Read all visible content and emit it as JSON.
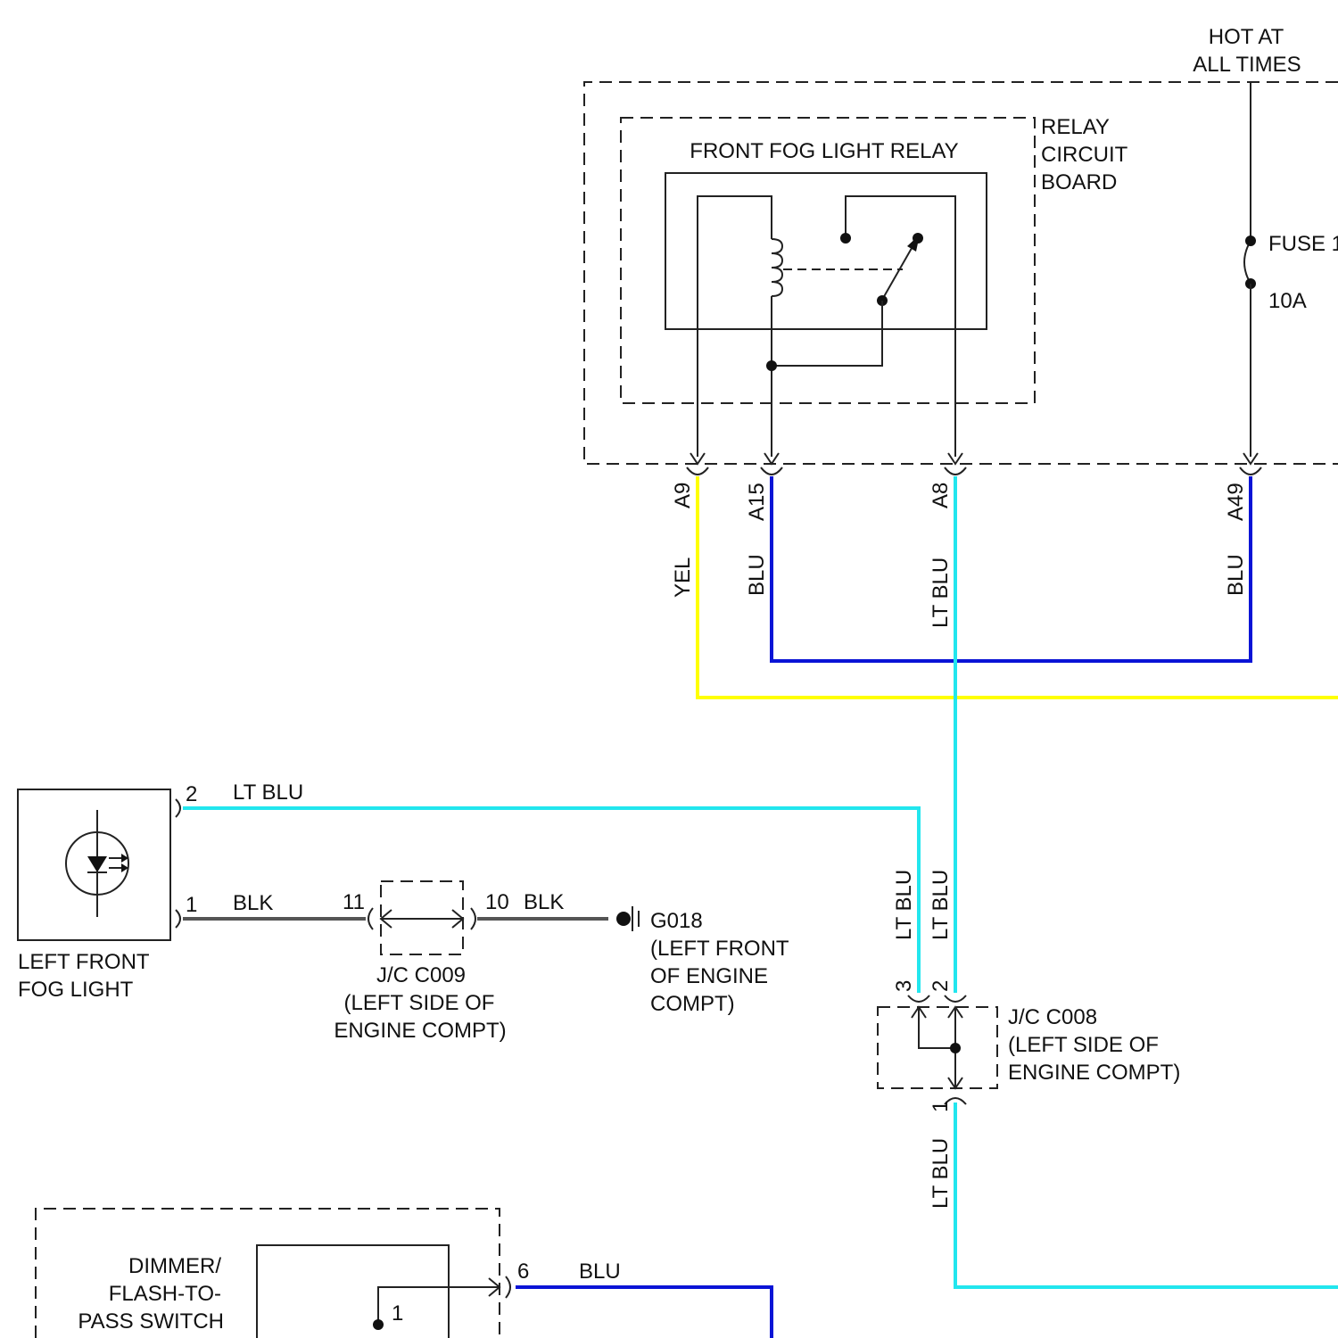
{
  "colors": {
    "yel": "#ffff00",
    "blu": "#0a14d6",
    "lt_blu": "#22e6ee",
    "blk": "#555555"
  },
  "labels": {
    "hot_line1": "HOT AT",
    "hot_line2": "ALL TIMES",
    "relay_board1": "RELAY",
    "relay_board2": "CIRCUIT",
    "relay_board3": "BOARD",
    "relay_title": "FRONT FOG LIGHT RELAY",
    "fuse_name": "FUSE 1",
    "fuse_rating": "10A",
    "fog_light1": "LEFT FRONT",
    "fog_light2": "FOG LIGHT",
    "jc009_1": "J/C C009",
    "jc009_2": "(LEFT SIDE OF",
    "jc009_3": "ENGINE COMPT)",
    "g018_1": "G018",
    "g018_2": "(LEFT FRONT",
    "g018_3": "OF ENGINE",
    "g018_4": "COMPT)",
    "jc008_1": "J/C C008",
    "jc008_2": "(LEFT SIDE OF",
    "jc008_3": "ENGINE COMPT)",
    "dimmer1": "DIMMER/",
    "dimmer2": "FLASH-TO-",
    "dimmer3": "PASS SWITCH"
  },
  "pins": {
    "a9": "A9",
    "a15": "A15",
    "a8": "A8",
    "a49": "A49",
    "fog_2": "2",
    "fog_1": "1",
    "c009_11": "11",
    "c009_10": "10",
    "c008_3": "3",
    "c008_2": "2",
    "c008_1": "1",
    "sw_6": "6",
    "sw_1": "1"
  },
  "wires": {
    "yel": "YEL",
    "blu": "BLU",
    "lt_blu": "LT BLU",
    "blk": "BLK"
  }
}
